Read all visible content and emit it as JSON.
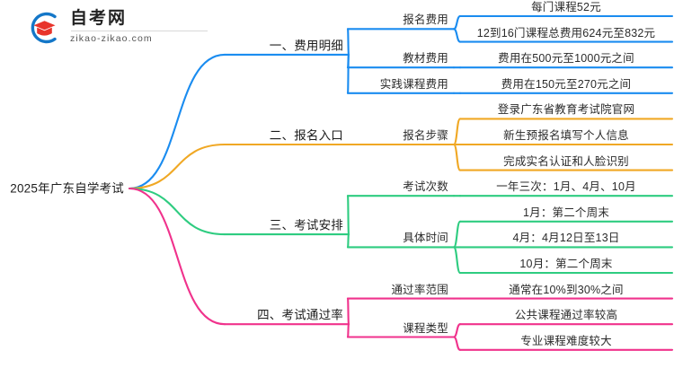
{
  "logo": {
    "mark_name": "graduation-cap-logo-icon",
    "title": "自考网",
    "subtitle": "zikao-zikao.com",
    "ring_color": "#1477C8",
    "cap_color": "#E8342B"
  },
  "colors": {
    "branch1": "#1A8CF0",
    "branch2": "#F0A824",
    "branch3": "#2ECC80",
    "branch4": "#F0328C",
    "text": "#2b2b2b",
    "background": "#ffffff"
  },
  "mindmap": {
    "root": {
      "label": "2025年广东自学考试"
    },
    "branches": [
      {
        "label": "一、费用明细",
        "color": "#1A8CF0",
        "children": [
          {
            "label": "报名费用",
            "leaves": [
              {
                "label": "每门课程52元"
              },
              {
                "label": "12到16门课程总费用624元至832元"
              }
            ]
          },
          {
            "label": "教材费用",
            "leaves": [
              {
                "label": "费用在500元至1000元之间"
              }
            ]
          },
          {
            "label": "实践课程费用",
            "leaves": [
              {
                "label": "费用在150元至270元之间"
              }
            ]
          }
        ]
      },
      {
        "label": "二、报名入口",
        "color": "#F0A824",
        "children": [
          {
            "label": "报名步骤",
            "leaves": [
              {
                "label": "登录广东省教育考试院官网"
              },
              {
                "label": "新生预报名填写个人信息"
              },
              {
                "label": "完成实名认证和人脸识别"
              }
            ]
          }
        ]
      },
      {
        "label": "三、考试安排",
        "color": "#2ECC80",
        "children": [
          {
            "label": "考试次数",
            "leaves": [
              {
                "label": "一年三次：1月、4月、10月"
              }
            ]
          },
          {
            "label": "具体时间",
            "leaves": [
              {
                "label": "1月：第二个周末"
              },
              {
                "label": "4月：4月12日至13日"
              },
              {
                "label": "10月：第二个周末"
              }
            ]
          }
        ]
      },
      {
        "label": "四、考试通过率",
        "color": "#F0328C",
        "children": [
          {
            "label": "通过率范围",
            "leaves": [
              {
                "label": "通常在10%到30%之间"
              }
            ]
          },
          {
            "label": "课程类型",
            "leaves": [
              {
                "label": "公共课程通过率较高"
              },
              {
                "label": "专业课程难度较大"
              }
            ]
          }
        ]
      }
    ]
  }
}
